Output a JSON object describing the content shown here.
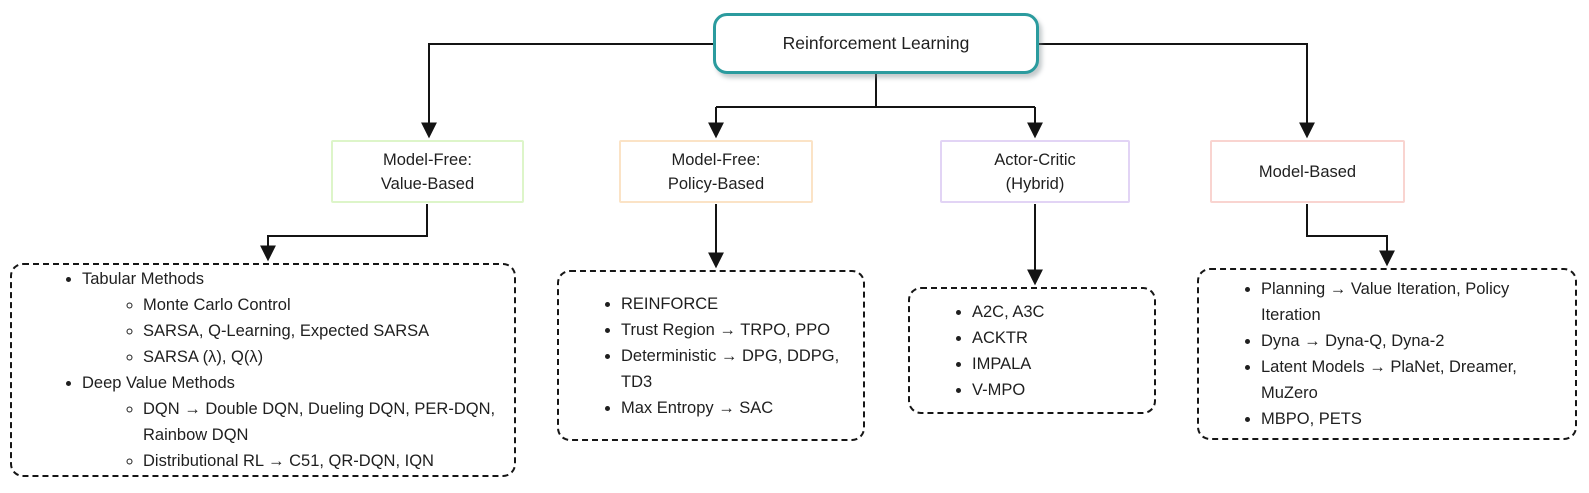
{
  "root": {
    "label": "Reinforcement Learning"
  },
  "categories": [
    {
      "label_line1": "Model-Free:",
      "label_line2": "Value-Based"
    },
    {
      "label_line1": "Model-Free:",
      "label_line2": "Policy-Based"
    },
    {
      "label_line1": "Actor-Critic",
      "label_line2": "(Hybrid)"
    },
    {
      "label_line1": "Model-Based",
      "label_line2": ""
    }
  ],
  "leaves": [
    {
      "items": [
        {
          "text": "Tabular Methods",
          "children": [
            "Monte Carlo Control",
            "SARSA, Q-Learning, Expected SARSA",
            "SARSA (λ), Q(λ)"
          ]
        },
        {
          "text": "Deep Value Methods",
          "children": [
            "DQN → Double DQN, Dueling DQN, PER-DQN, Rainbow DQN",
            "Distributional RL → C51, QR-DQN, IQN"
          ]
        }
      ]
    },
    {
      "items": [
        {
          "text": "REINFORCE"
        },
        {
          "text": "Trust Region → TRPO, PPO"
        },
        {
          "text": "Deterministic → DPG, DDPG, TD3"
        },
        {
          "text": "Max Entropy → SAC"
        }
      ]
    },
    {
      "items": [
        {
          "text": "A2C, A3C"
        },
        {
          "text": "ACKTR"
        },
        {
          "text": "IMPALA"
        },
        {
          "text": "V-MPO"
        }
      ]
    },
    {
      "items": [
        {
          "text": "Planning → Value Iteration, Policy Iteration"
        },
        {
          "text": "Dyna → Dyna-Q, Dyna-2"
        },
        {
          "text": "Latent Models → PlaNet, Dreamer, MuZero"
        },
        {
          "text": "MBPO, PETS"
        }
      ]
    }
  ],
  "colors": {
    "root_border": "#2b9b9e",
    "value_based_border": "#ddf5c9",
    "policy_based_border": "#fbe3c6",
    "actor_critic_border": "#e2d4f5",
    "model_based_border": "#f9d4d0",
    "line": "#141414",
    "text": "#1f1f1f",
    "background": "#ffffff"
  }
}
